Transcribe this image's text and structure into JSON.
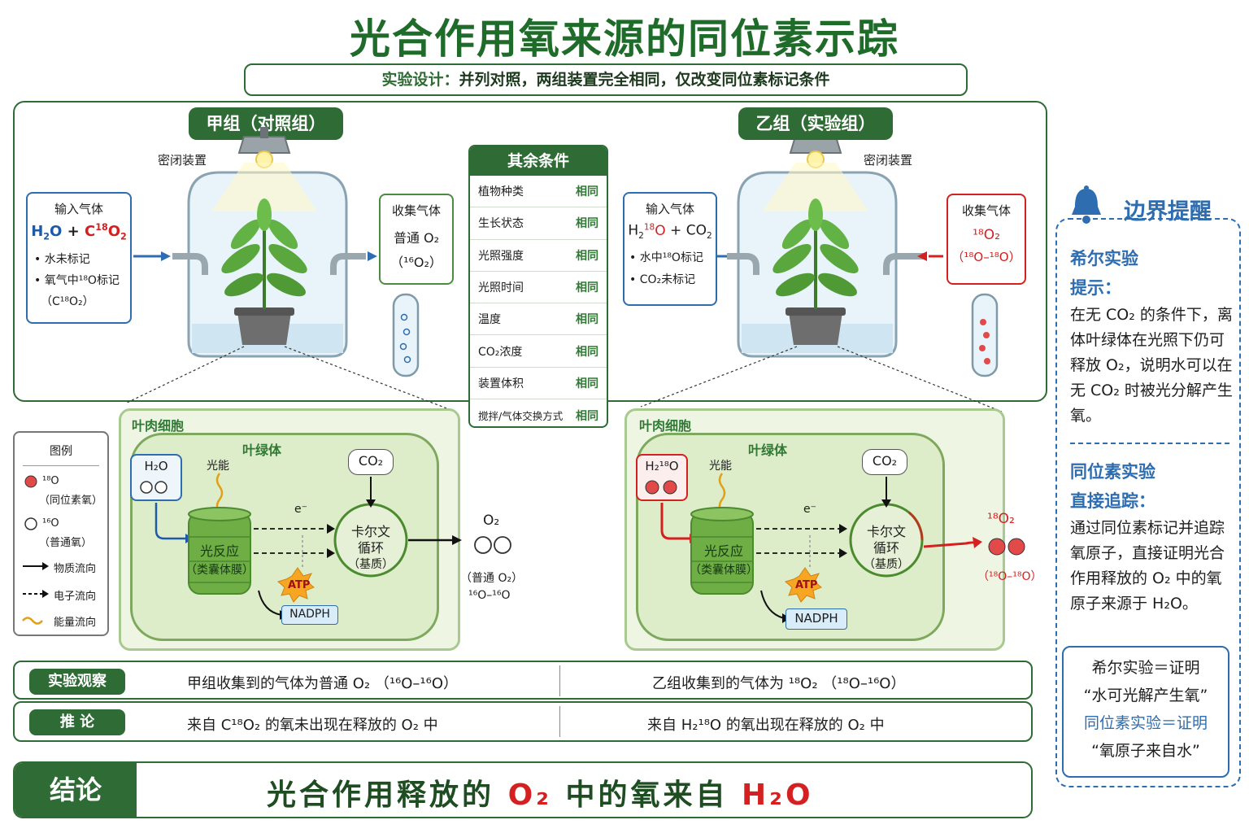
{
  "title": "光合作用氧来源的同位素示踪",
  "design_label": "实验设计：",
  "design_text": "并列对照，两组装置完全相同，仅改变同位素标记条件",
  "groupA": {
    "tag": "甲组（对照组）",
    "device": "密闭装置",
    "input_title": "输入气体",
    "input_note1": "• 水未标记",
    "input_note2": "• 氧气中¹⁸O标记",
    "input_note3": "（C¹⁸O₂）",
    "collect_title": "收集气体",
    "collect_line1": "普通 O₂",
    "collect_line2": "（¹⁶O₂）"
  },
  "groupB": {
    "tag": "乙组（实验组）",
    "device": "密闭装置",
    "input_title": "输入气体",
    "input_note1": "• 水中¹⁸O标记",
    "input_note2": "• CO₂未标记",
    "collect_title": "收集气体",
    "collect_line1": "¹⁸O₂",
    "collect_line2": "（¹⁸O–¹⁸O）"
  },
  "conditions": {
    "title": "其余条件",
    "rows": [
      {
        "name": "植物种类",
        "value": "相同"
      },
      {
        "name": "生长状态",
        "value": "相同"
      },
      {
        "name": "光照强度",
        "value": "相同"
      },
      {
        "name": "光照时间",
        "value": "相同"
      },
      {
        "name": "温度",
        "value": "相同"
      },
      {
        "name": "CO₂浓度",
        "value": "相同"
      },
      {
        "name": "装置体积",
        "value": "相同"
      },
      {
        "name": "搅拌/气体交换方式",
        "value": "相同"
      }
    ]
  },
  "legend": {
    "title": "图例",
    "o18": "¹⁸O",
    "o18_desc": "（同位素氧）",
    "o16": "¹⁶O",
    "o16_desc": "（普通氧）",
    "material": "物质流向",
    "electron": "电子流向",
    "energy": "能量流向"
  },
  "cellA": {
    "cell_label": "叶肉细胞",
    "chloro_label": "叶绿体",
    "h2o": "H₂O",
    "light": "光能",
    "co2": "CO₂",
    "light_rxn1": "光反应",
    "light_rxn2": "（类囊体膜）",
    "calvin1": "卡尔文",
    "calvin2": "循环",
    "calvin3": "（基质）",
    "electron": "e⁻",
    "atp": "ATP",
    "nadph": "NADPH",
    "o2": "O₂",
    "o2_desc1": "（普通 O₂）",
    "o2_desc2": "¹⁶O–¹⁶O"
  },
  "cellB": {
    "cell_label": "叶肉细胞",
    "chloro_label": "叶绿体",
    "h2o": "H₂¹⁸O",
    "light": "光能",
    "co2": "CO₂",
    "light_rxn1": "光反应",
    "light_rxn2": "（类囊体膜）",
    "calvin1": "卡尔文",
    "calvin2": "循环",
    "calvin3": "（基质）",
    "electron": "e⁻",
    "atp": "ATP",
    "nadph": "NADPH",
    "o2": "¹⁸O₂",
    "o2_desc": "（¹⁸O–¹⁸O）"
  },
  "observation": {
    "tag": "实验观察",
    "left": "甲组收集到的气体为普通 O₂ （¹⁶O–¹⁶O）",
    "right": "乙组收集到的气体为 ¹⁸O₂ （¹⁸O–¹⁶O）"
  },
  "inference": {
    "tag": "推 论",
    "left": "来自 C¹⁸O₂ 的氧未出现在释放的 O₂ 中",
    "right": "来自 H₂¹⁸O 的氧出现在释放的 O₂ 中"
  },
  "conclusion": {
    "tag": "结论",
    "text1": "光合作用释放的",
    "o2": "O₂",
    "text2": "中的氧来自",
    "h2o": "H₂O"
  },
  "sidebar": {
    "title": "边界提醒",
    "hill_head1": "希尔实验",
    "hill_head2": "提示：",
    "hill_text": "在无 CO₂ 的条件下，离体叶绿体在光照下仍可释放 O₂，说明水可以在无 CO₂ 时被光分解产生氧。",
    "iso_head1": "同位素实验",
    "iso_head2": "直接追踪：",
    "iso_text": "通过同位素标记并追踪氧原子，直接证明光合作用释放的 O₂ 中的氧原子来源于 H₂O。",
    "box_line1": "希尔实验＝证明",
    "box_line2": "“水可光解产生氧”",
    "box_line3": "同位素实验＝证明",
    "box_line4": "“氧原子来自水”"
  },
  "colors": {
    "green": "#2f6b34",
    "blue": "#2e6db0",
    "red": "#d42020"
  }
}
